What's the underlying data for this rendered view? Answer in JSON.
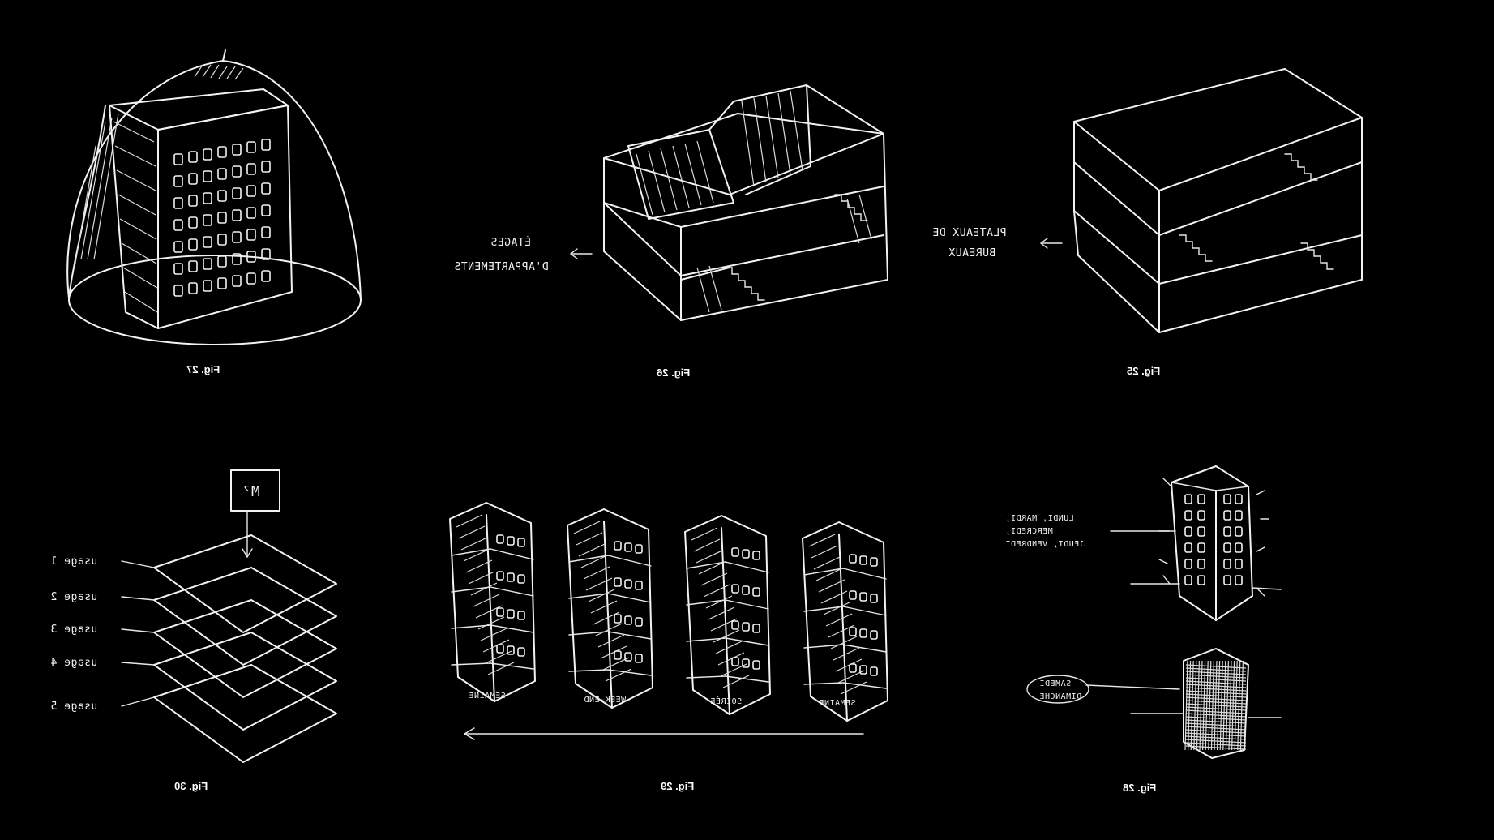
{
  "colors": {
    "background": "#000000",
    "ink": "#f2f2f2"
  },
  "figures": [
    {
      "id": "fig27",
      "caption": "Fig. 27"
    },
    {
      "id": "fig26",
      "caption": "Fig. 26",
      "note_lines": [
        "ÉTAGES",
        "D'APPARTEMENTS"
      ]
    },
    {
      "id": "fig25",
      "caption": "Fig. 25",
      "note_lines": [
        "PLATEAUX DE",
        "BUREAUX"
      ]
    },
    {
      "id": "fig30",
      "caption": "Fig. 30",
      "box_label": "M²",
      "usages": [
        "usage 1",
        "usage 2",
        "usage 3",
        "usage 4",
        "usage 5"
      ]
    },
    {
      "id": "fig29",
      "caption": "Fig. 29",
      "tower_labels": [
        "SEMAINE",
        "WEEK-END",
        "SOIRÉE",
        "SEMAINE"
      ]
    },
    {
      "id": "fig28",
      "caption": "Fig. 28",
      "weekday_note": "LUNDI, MARDI,\nMERCREDI,\nJEUDI, VENDREDI",
      "weekend_note": "SAMEDI\nDIMANCHE"
    }
  ]
}
